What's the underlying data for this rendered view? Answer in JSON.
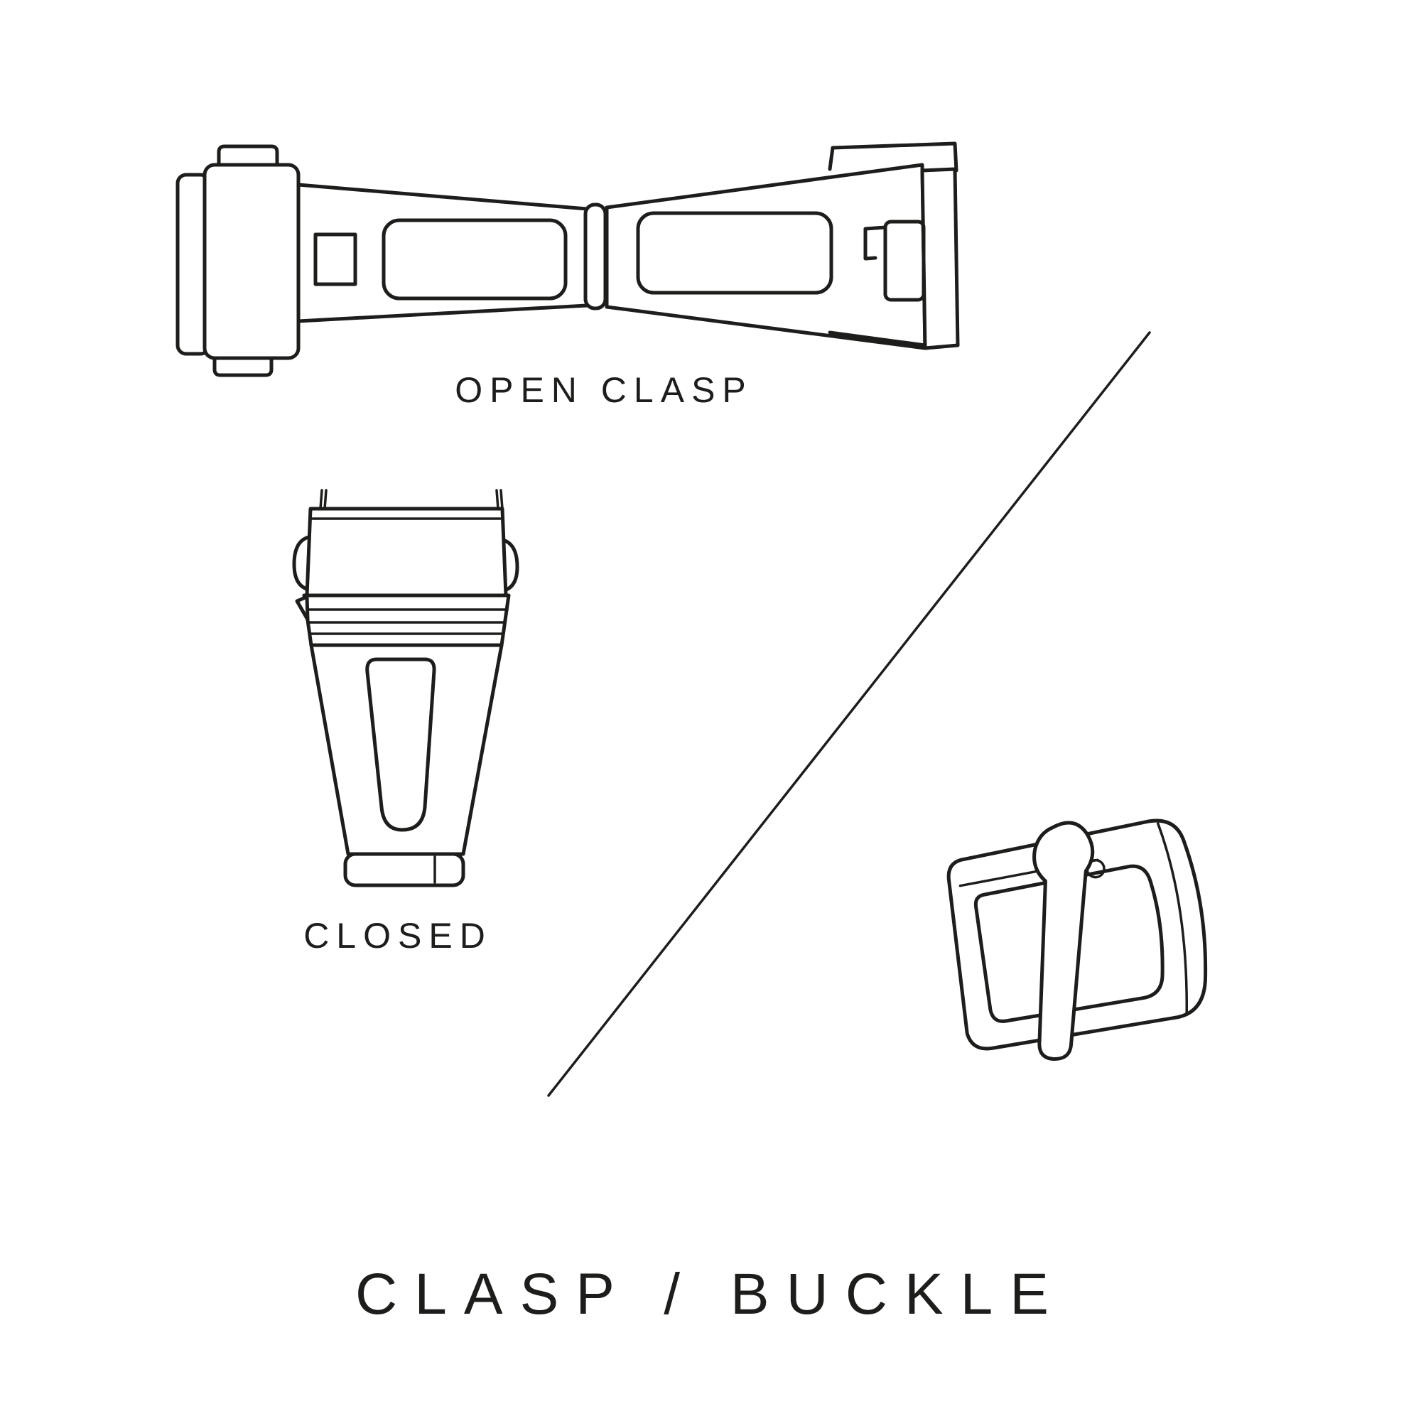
{
  "page": {
    "background_color": "#ffffff",
    "line_color": "#1d1d1b",
    "title": "CLASP / BUCKLE"
  },
  "figures": {
    "open_clasp": {
      "label": "OPEN CLASP"
    },
    "closed_clasp": {
      "label": "CLOSED"
    },
    "buckle": {
      "label": ""
    }
  }
}
